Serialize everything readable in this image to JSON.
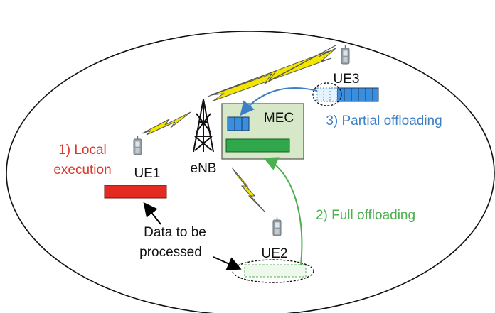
{
  "labels": {
    "local_execution": [
      "1) Local",
      "execution"
    ],
    "full_offloading": "2) Full offloading",
    "partial_offloading": "3) Partial offloading",
    "ue1": "UE1",
    "ue2": "UE2",
    "ue3": "UE3",
    "enb": "eNB",
    "mec": "MEC",
    "data_note": [
      "Data to be",
      "processed"
    ]
  },
  "colors": {
    "local": "#d9382b",
    "full": "#4caf50",
    "partial": "#3c7fc4",
    "bolt": "#f2e600",
    "mec_fill": "#d6e8c7",
    "task_blue": "#3a8ee0",
    "mec_green": "#2ea84a",
    "ue1_red": "#e32b1f"
  },
  "icons": [
    "phone-icon",
    "tower-icon",
    "lightning-icon",
    "task-queue-icon"
  ]
}
